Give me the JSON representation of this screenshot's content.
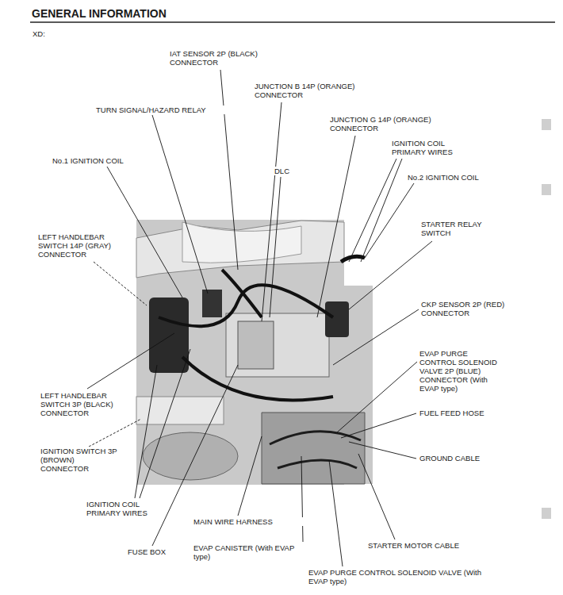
{
  "diagram": {
    "title": "GENERAL INFORMATION",
    "labels": [
      "XD:",
      "IAT SENSOR 2P (BLACK) CONNECTOR",
      "JUNCTION B 14P (ORANGE) CONNECTOR",
      "TURN SIGNAL/HAZARD RELAY",
      "JUNCTION G 14P (ORANGE) CONNECTOR",
      "IGNITION COIL PRIMARY WIRES",
      "No.1 IGNITION COIL",
      "DLC",
      "No.2 IGNITION COIL",
      "STARTER RELAY SWITCH",
      "LEFT HANDLEBAR SWITCH 14P (GRAY) CONNECTOR",
      "CKP SENSOR 2P (RED) CONNECTOR",
      "EVAP PURGE CONTROL SOLENOID VALVE 2P (BLUE) CONNECTOR (With EVAP type)",
      "FUEL FEED HOSE",
      "LEFT HANDLEBAR SWITCH 3P (BLACK) CONNECTOR",
      "GROUND CABLE",
      "IGNITION SWITCH 3P (BROWN) CONNECTOR",
      "IGNITION COIL PRIMARY WIRES",
      "MAIN WIRE HARNESS",
      "STARTER MOTOR CABLE",
      "FUSE BOX",
      "EVAP CANISTER (With EVAP type)",
      "EVAP PURGE CONTROL SOLENOID VALVE (With EVAP type)"
    ]
  }
}
